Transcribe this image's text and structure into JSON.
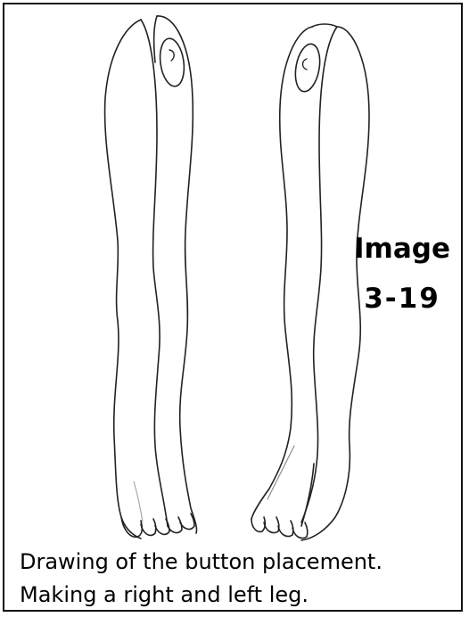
{
  "image_label": {
    "line1": "Image",
    "line2": "3-19"
  },
  "caption": {
    "line1": "Drawing of the button placement.",
    "line2": "Making a right and left leg."
  },
  "colors": {
    "ink": "#000000",
    "background": "#ffffff",
    "border": "#111111"
  }
}
